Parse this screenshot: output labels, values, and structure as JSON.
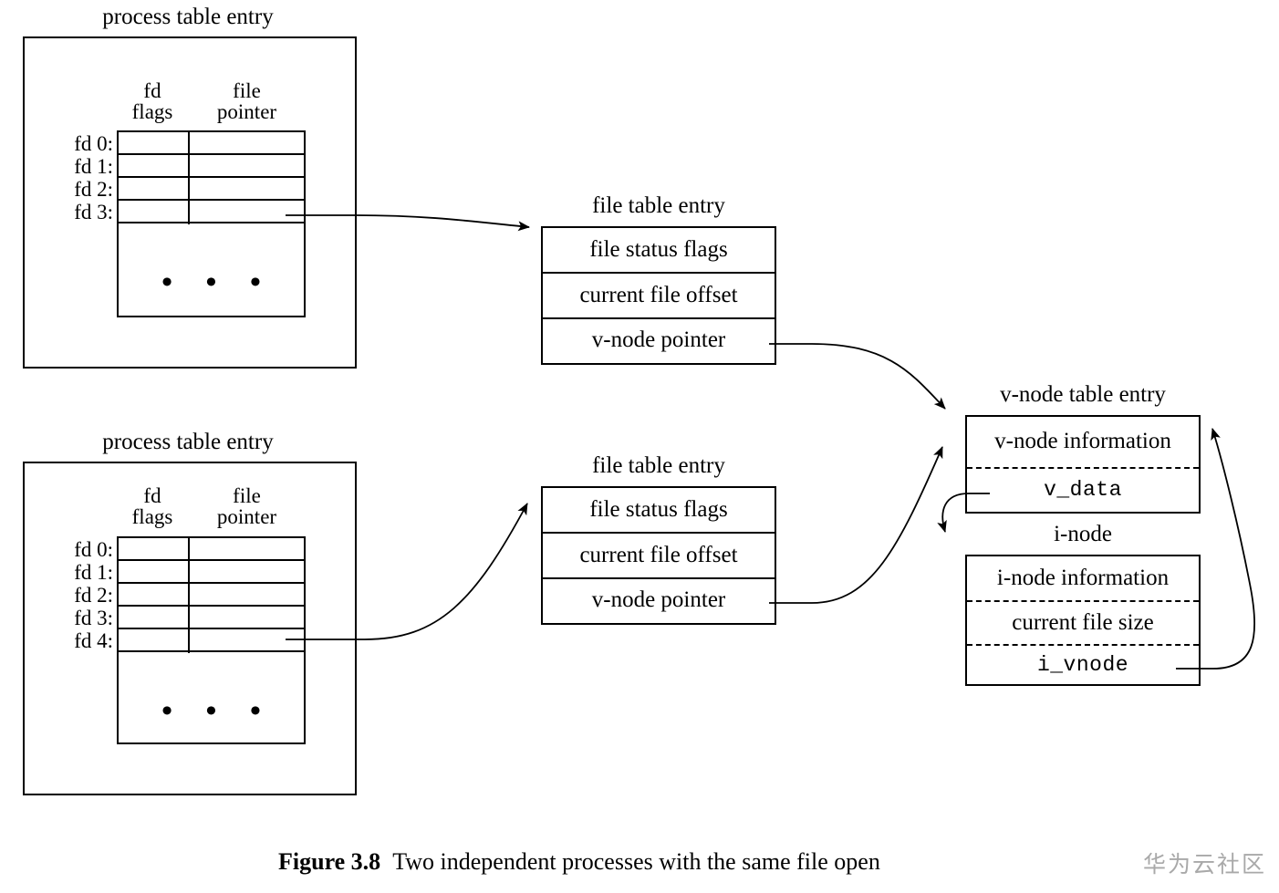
{
  "figure": {
    "number": "Figure 3.8",
    "title": "Two independent processes with the same file open",
    "watermark": "华为云社区"
  },
  "labels": {
    "process_table_entry": "process table entry",
    "file_table_entry": "file table entry",
    "vnode_table_entry": "v-node table entry",
    "inode": "i-node",
    "fd_flags": "fd\nflags",
    "fd_flags_line1": "fd",
    "fd_flags_line2": "flags",
    "file_pointer_line1": "file",
    "file_pointer_line2": "pointer",
    "ellipsis": "• • •"
  },
  "process_a": {
    "title": "process table entry",
    "col_headers": [
      "fd flags",
      "file pointer"
    ],
    "rows": [
      {
        "label": "fd 0:",
        "fd_flags": "",
        "file_pointer": ""
      },
      {
        "label": "fd 1:",
        "fd_flags": "",
        "file_pointer": ""
      },
      {
        "label": "fd 2:",
        "fd_flags": "",
        "file_pointer": ""
      },
      {
        "label": "fd 3:",
        "fd_flags": "",
        "file_pointer": ""
      }
    ],
    "continues": "• • •",
    "pointer_from_row": "fd 3:"
  },
  "process_b": {
    "title": "process table entry",
    "col_headers": [
      "fd flags",
      "file pointer"
    ],
    "rows": [
      {
        "label": "fd 0:",
        "fd_flags": "",
        "file_pointer": ""
      },
      {
        "label": "fd 1:",
        "fd_flags": "",
        "file_pointer": ""
      },
      {
        "label": "fd 2:",
        "fd_flags": "",
        "file_pointer": ""
      },
      {
        "label": "fd 3:",
        "fd_flags": "",
        "file_pointer": ""
      },
      {
        "label": "fd 4:",
        "fd_flags": "",
        "file_pointer": ""
      }
    ],
    "continues": "• • •",
    "pointer_from_row": "fd 4:"
  },
  "file_table_a": {
    "title": "file table entry",
    "fields": [
      "file status flags",
      "current file offset",
      "v-node pointer"
    ]
  },
  "file_table_b": {
    "title": "file table entry",
    "fields": [
      "file status flags",
      "current file offset",
      "v-node pointer"
    ]
  },
  "vnode": {
    "title": "v-node table entry",
    "fields": [
      "v-node information",
      "v_data"
    ]
  },
  "inode": {
    "title": "i-node",
    "fields": [
      "i-node information",
      "current file size",
      "i_vnode"
    ]
  },
  "colors": {
    "stroke": "#000000",
    "background": "#ffffff",
    "watermark": "#a9a9a9"
  }
}
